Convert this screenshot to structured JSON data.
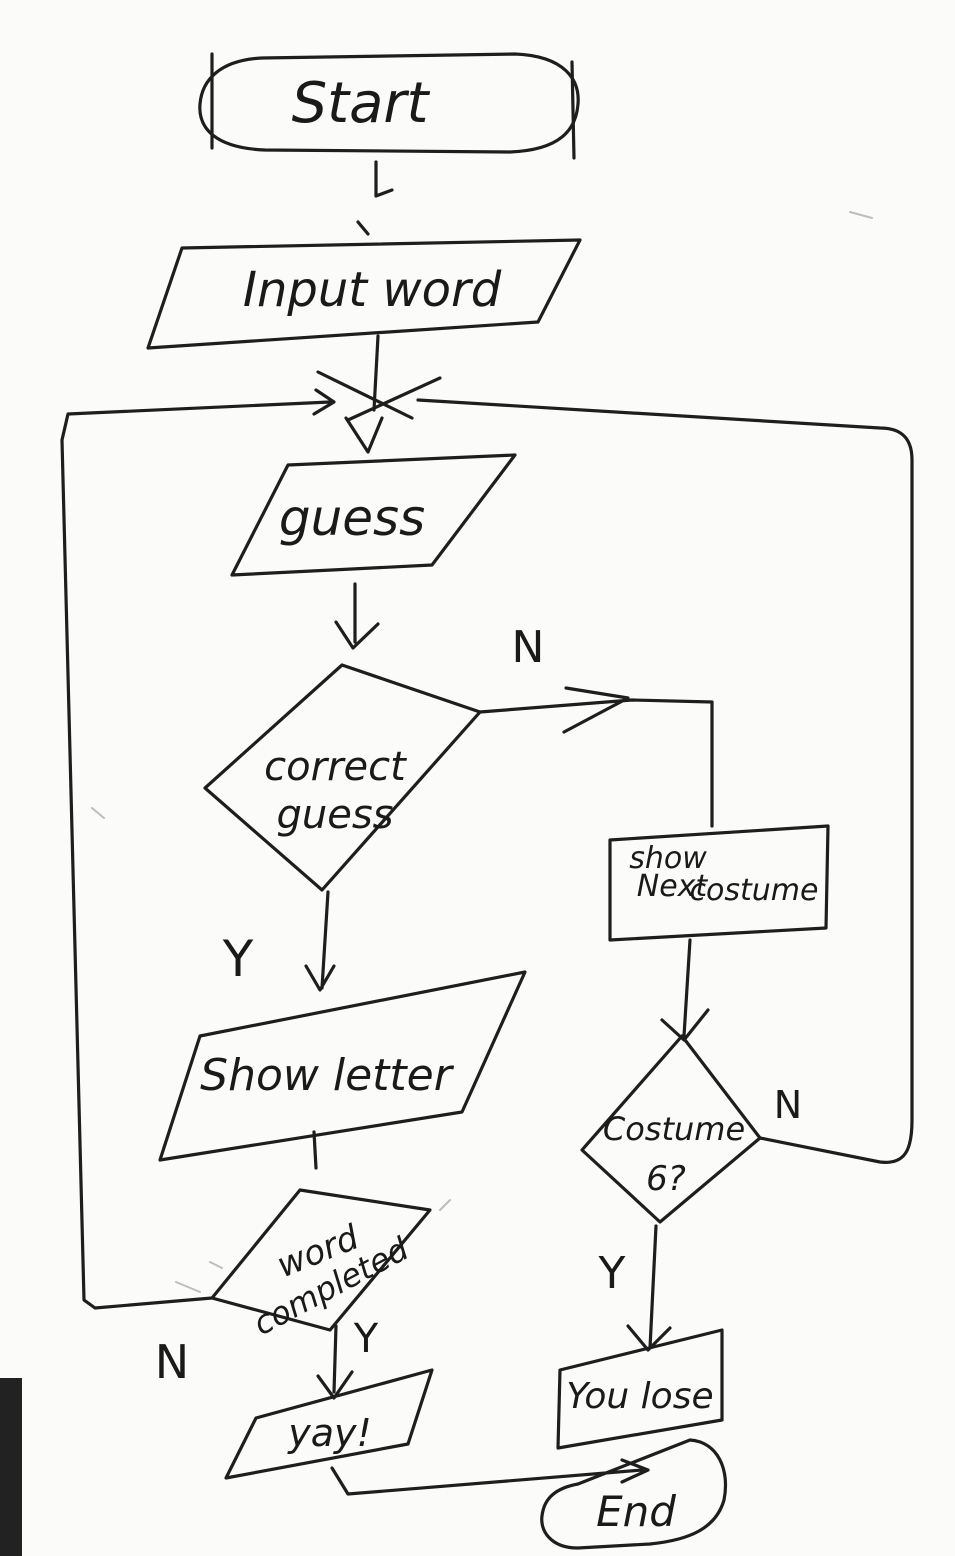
{
  "nodes": {
    "start": "Start",
    "input_word": "Input word",
    "guess": "guess",
    "correct_guess_1": "correct",
    "correct_guess_2": "guess",
    "show_next_costume_1": "show",
    "show_next_costume_2": "Next",
    "show_next_costume_3": "costume",
    "show_letter": "Show letter",
    "costume6_1": "Costume",
    "costume6_2": "6?",
    "word_completed_1": "word",
    "word_completed_2": "completed",
    "yay": "yay!",
    "you_lose": "You lose",
    "end": "End"
  },
  "branch_labels": {
    "correct_no": "N",
    "correct_yes": "Y",
    "costume_no": "N",
    "costume_yes": "Y",
    "word_no": "N",
    "word_yes": "Y"
  }
}
